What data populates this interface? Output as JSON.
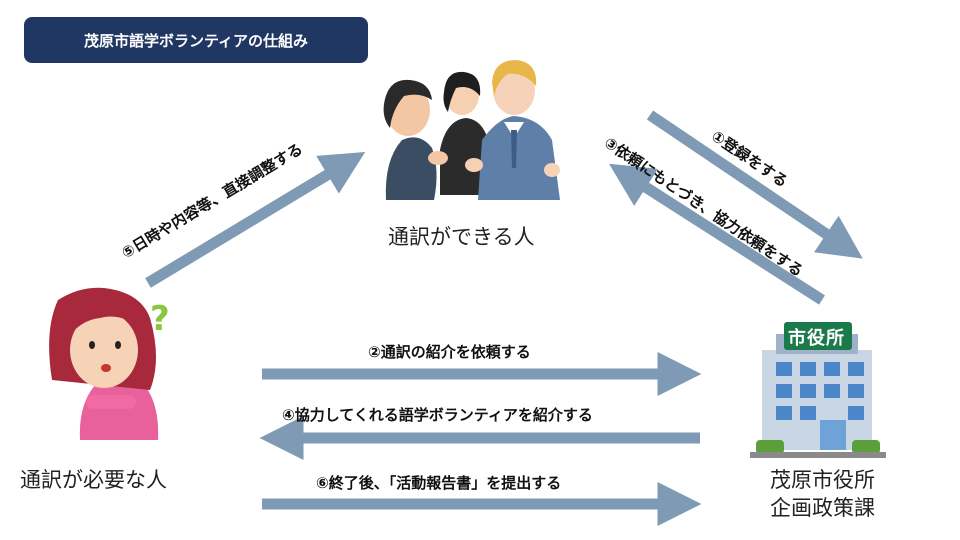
{
  "title": "茂原市語学ボランティアの仕組み",
  "nodes": {
    "interpreter": "通訳ができる人",
    "requester": "通訳が必要な人",
    "city_hall_line1": "茂原市役所",
    "city_hall_line2": "企画政策課",
    "city_hall_sign": "市役所"
  },
  "steps": {
    "s1": "①登録をする",
    "s2": "②通訳の紹介を依頼する",
    "s3": "③依頼にもとづき、協力依頼をする",
    "s4": "④協力してくれる語学ボランティアを紹介する",
    "s5": "⑤日時や内容等、直接調整する",
    "s6": "⑥終了後、「活動報告書」を提出する"
  },
  "colors": {
    "arrow": "#7e9ab4",
    "badge": "#203764"
  }
}
